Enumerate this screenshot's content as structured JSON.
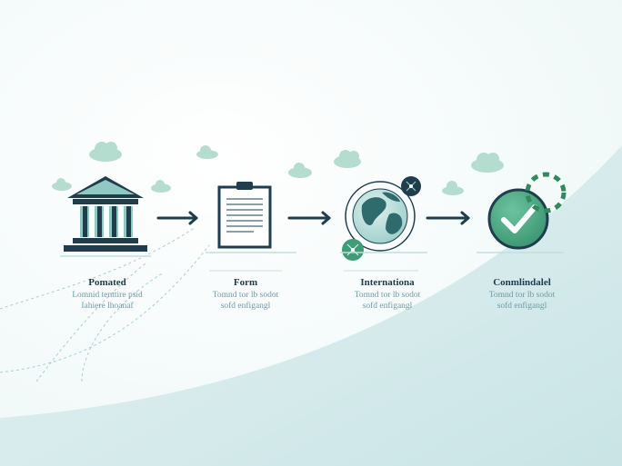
{
  "steps": [
    {
      "icon": "bank-icon",
      "label": "Pomated",
      "desc_line1": "Lomnid tenttire psid",
      "desc_line2": "Iahiere lhoanaf"
    },
    {
      "icon": "document-icon",
      "label": "Form",
      "desc_line1": "Tomnd tor lb sodot",
      "desc_line2": "sofd enfigangl"
    },
    {
      "icon": "globe-icon",
      "label": "Internationa",
      "desc_line1": "Tomnd tor lb sodot",
      "desc_line2": "sofd enfigangl"
    },
    {
      "icon": "checkmark-icon",
      "label": "Conmlindalel",
      "desc_line1": "Tomnd tor lb sodot",
      "desc_line2": "sofd enfigangl"
    }
  ],
  "colors": {
    "navy": "#1f3d4c",
    "teal": "#8fc9c2",
    "green": "#3f9b78",
    "wave": "#d6ebeb",
    "accent_dash": "#2f8a5e"
  }
}
